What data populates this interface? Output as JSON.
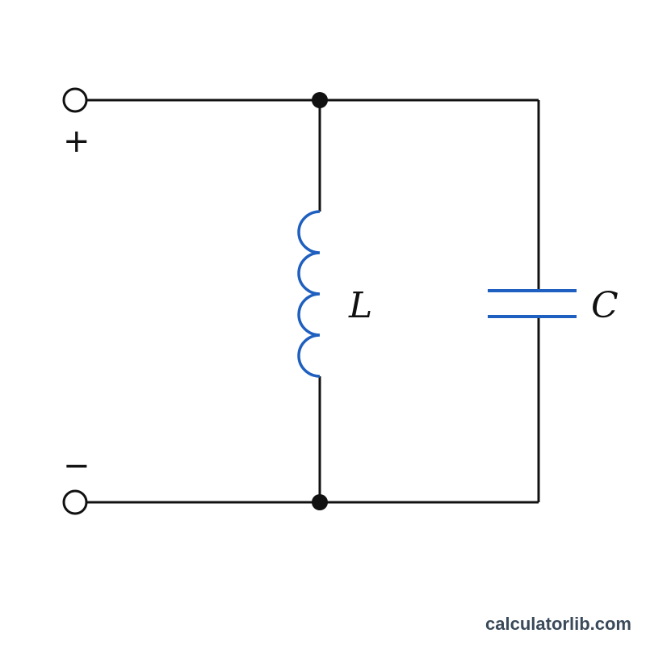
{
  "labels": {
    "inductor": "L",
    "capacitor": "C",
    "plus": "+",
    "minus": "−"
  },
  "watermark": "calculatorlib.com",
  "colors": {
    "wire": "#111111",
    "component": "#1f5fbf",
    "background": "#ffffff",
    "watermark": "#3a4a5a"
  }
}
